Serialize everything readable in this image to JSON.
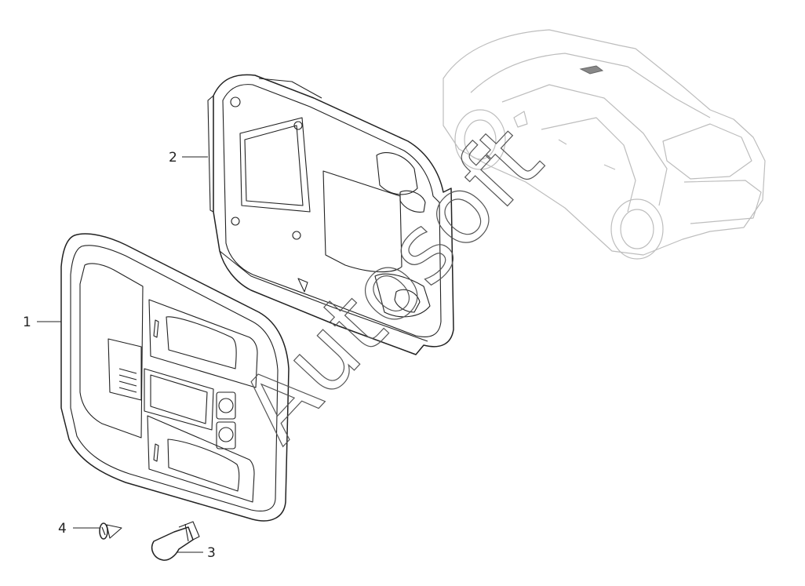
{
  "callouts": [
    {
      "id": "1",
      "label": "1"
    },
    {
      "id": "2",
      "label": "2"
    },
    {
      "id": "3",
      "label": "3"
    },
    {
      "id": "4",
      "label": "4"
    }
  ],
  "watermark": "Autosoft",
  "colors": {
    "line": "#222222",
    "car_outline": "#bdbdbd",
    "highlight": "#888888",
    "background": "#ffffff"
  }
}
